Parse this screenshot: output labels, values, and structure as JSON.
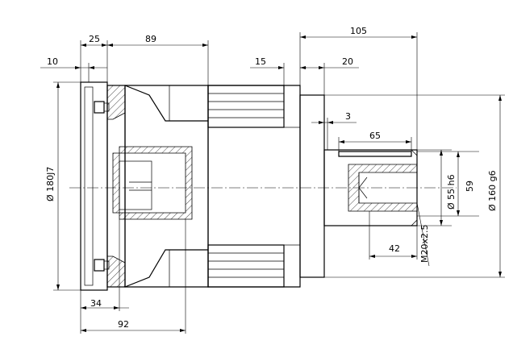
{
  "drawing": {
    "dimensions": {
      "top_25": "25",
      "top_89": "89",
      "top_10": "10",
      "top_15": "15",
      "top_105": "105",
      "top_20": "20",
      "gap_3": "3",
      "key_65": "65",
      "hole_42": "42",
      "bottom_34": "34",
      "bottom_92": "92",
      "flange_dia": "Ø 180J7",
      "shaft_dia": "Ø 55 h6",
      "key_height": "59",
      "pilot_dia": "Ø 160 g6",
      "thread": "M20x2.5"
    }
  }
}
